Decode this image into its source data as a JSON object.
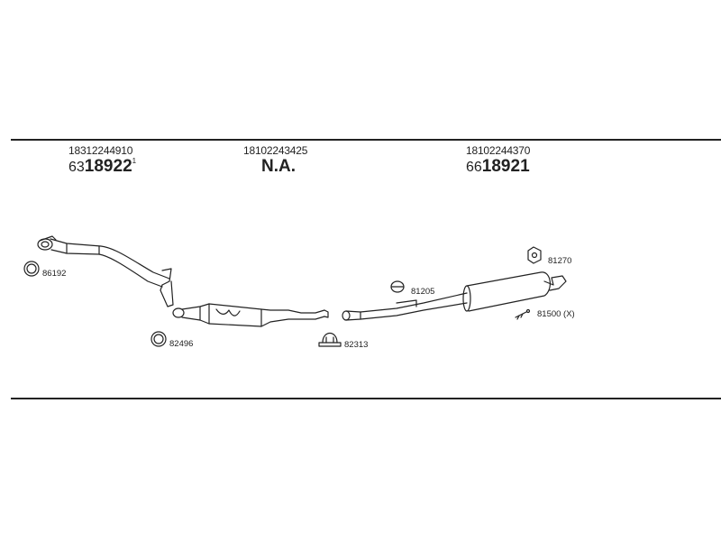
{
  "header_columns": [
    {
      "part_number": "18312244910",
      "ref_prefix": "63",
      "ref_main": "18922",
      "ref_suffix": "1"
    },
    {
      "part_number": "18102243425",
      "ref_na": "N.A."
    },
    {
      "part_number": "18102244370",
      "ref_prefix": "66",
      "ref_main": "18921",
      "ref_suffix": ""
    }
  ],
  "callouts": {
    "gasket_front": "86192",
    "gasket_mid": "82496",
    "clamp": "82313",
    "ring_rear": "81205",
    "rubber_mount": "81270",
    "mounting_kit": "81500 (X)"
  }
}
